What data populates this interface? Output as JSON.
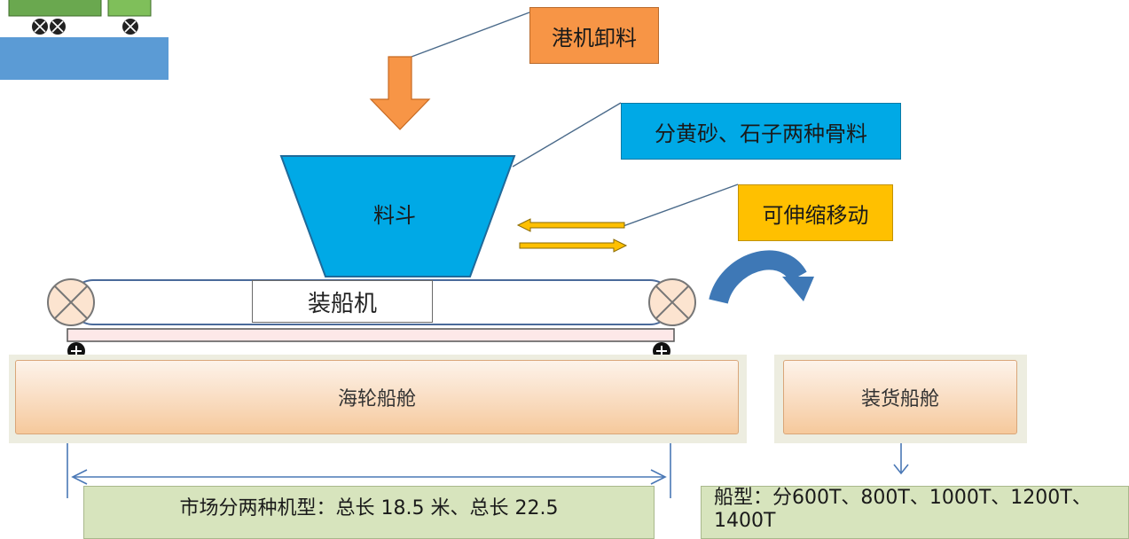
{
  "labels": {
    "unload": "港机卸料",
    "aggregate": "分黄砂、石子两种骨料",
    "telescopic": "可伸缩移动",
    "hopper": "料斗",
    "loader": "装船机",
    "sea_hold": "海轮船舱",
    "cargo_hold": "装货船舱",
    "spec": "市场分两种机型：总长 18.5 米、总长 22.5",
    "ship_types": "船型：分600T、800T、1000T、1200T、1400T"
  },
  "colors": {
    "orange": "#F79546",
    "blue": "#00A9E6",
    "yellow": "#FFC000",
    "green": "#D7E4BD",
    "curve_arrow": "#3E78B6",
    "sea": "#5B9BD5"
  }
}
